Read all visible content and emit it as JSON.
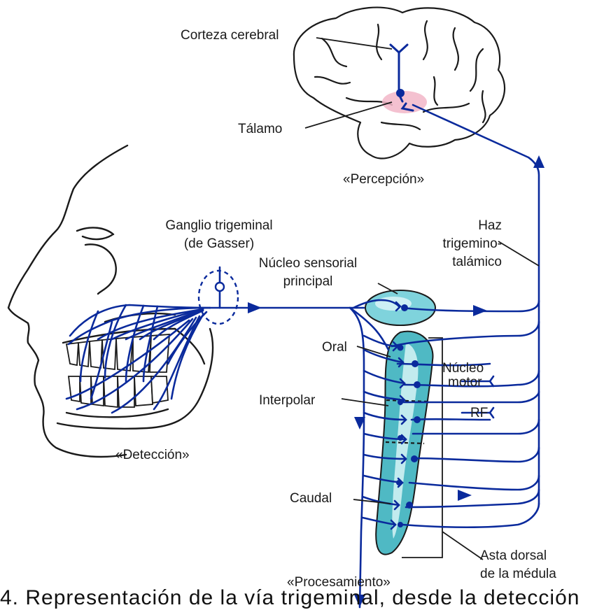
{
  "colors": {
    "nerve": "#0a2a9c",
    "nucleus_fill": "#5cc4cf",
    "nucleus_light": "#c8eef2",
    "thalamus_highlight": "#f2b6c8",
    "outline": "#1a1a1a"
  },
  "labels": {
    "corteza": "Corteza cerebral",
    "talamo": "Tálamo",
    "percepcion": "«Percepción»",
    "ganglio_line1": "Ganglio trigeminal",
    "ganglio_line2": "(de Gasser)",
    "haz_line1": "Haz",
    "haz_line2": "trigemino-",
    "haz_line3": "talámico",
    "nucleo_sensorial_line1": "Núcleo sensorial",
    "nucleo_sensorial_line2": "principal",
    "oral": "Oral",
    "nucleo_motor_line1": "Núcleo",
    "nucleo_motor_line2": "motor",
    "interpolar": "Interpolar",
    "rf": "RF",
    "deteccion": "«Detección»",
    "caudal": "Caudal",
    "asta_line1": "Asta dorsal",
    "asta_line2": "de la médula",
    "procesamiento": "«Procesamiento»"
  },
  "caption": "4. Representación de la vía trigeminal, desde la detección"
}
